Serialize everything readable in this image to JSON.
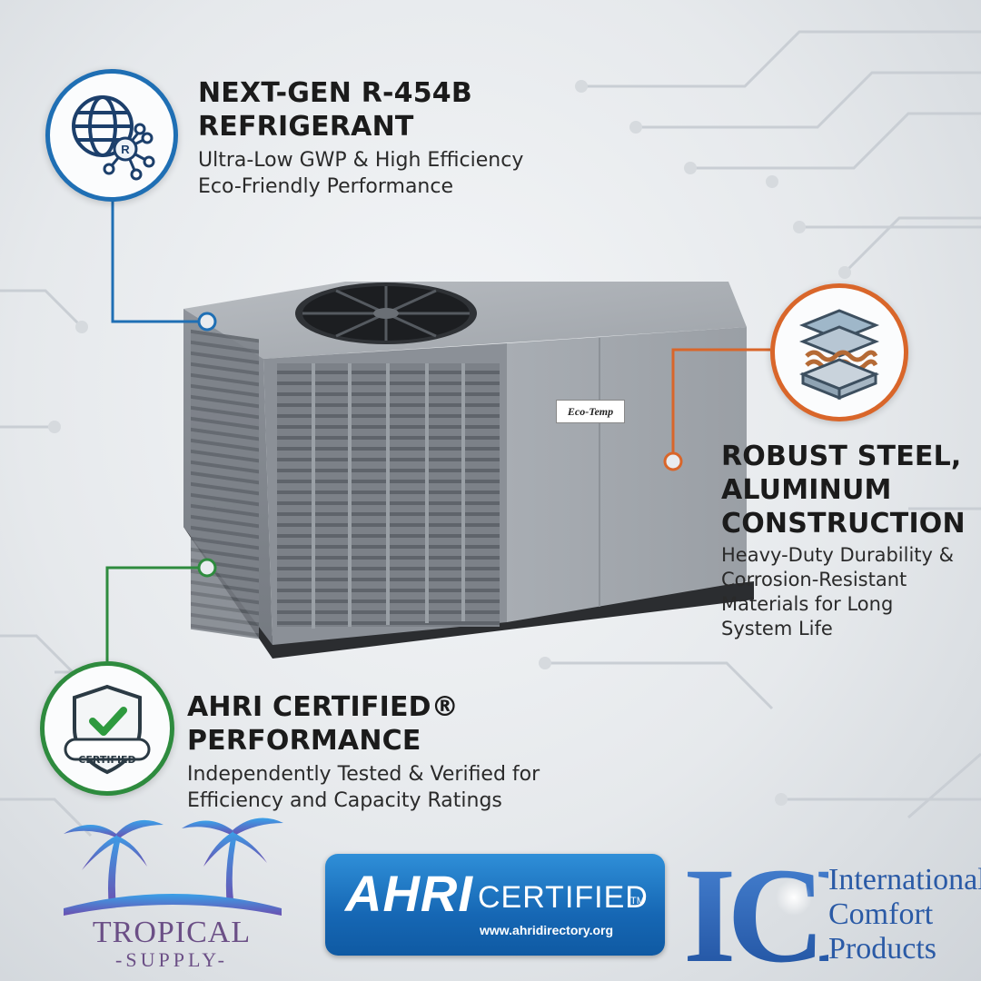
{
  "features": {
    "refrigerant": {
      "title_lines": [
        "NEXT-GEN R-454B",
        "REFRIGERANT"
      ],
      "desc_lines": [
        "Ultra-Low GWP & High Efficiency",
        "Eco-Friendly Performance"
      ],
      "icon": "globe-refrigerant-icon",
      "accent": "#1f6fb4"
    },
    "construction": {
      "title_lines": [
        "ROBUST STEEL,",
        "ALUMINUM",
        "CONSTRUCTION"
      ],
      "desc_lines": [
        "Heavy-Duty Durability &",
        "Corrosion-Resistant",
        "Materials for Long",
        "System Life"
      ],
      "icon": "material-layers-icon",
      "accent": "#d9662a"
    },
    "certified": {
      "title_lines": [
        "AHRI CERTIFIED®",
        "PERFORMANCE"
      ],
      "desc_lines": [
        "Independently Tested & Verified for",
        "Efficiency and Capacity Ratings"
      ],
      "icon": "certified-shield-icon",
      "badge_text": "CERTIFIED",
      "accent": "#2e8b3e"
    }
  },
  "product": {
    "brand_label": "Eco-Temp"
  },
  "logos": {
    "tropical_supply": {
      "line1": "TROPICAL",
      "line2": "-SUPPLY-"
    },
    "ahri": {
      "word": "AHRI",
      "certified": "CERTIFIED",
      "tm": "TM",
      "url": "www.ahridirectory.org",
      "color": "#1667b4"
    },
    "icp": {
      "letters": "ICP",
      "line1": "International",
      "line2": "Comfort",
      "line3": "Products",
      "color": "#2a5aa6"
    }
  }
}
